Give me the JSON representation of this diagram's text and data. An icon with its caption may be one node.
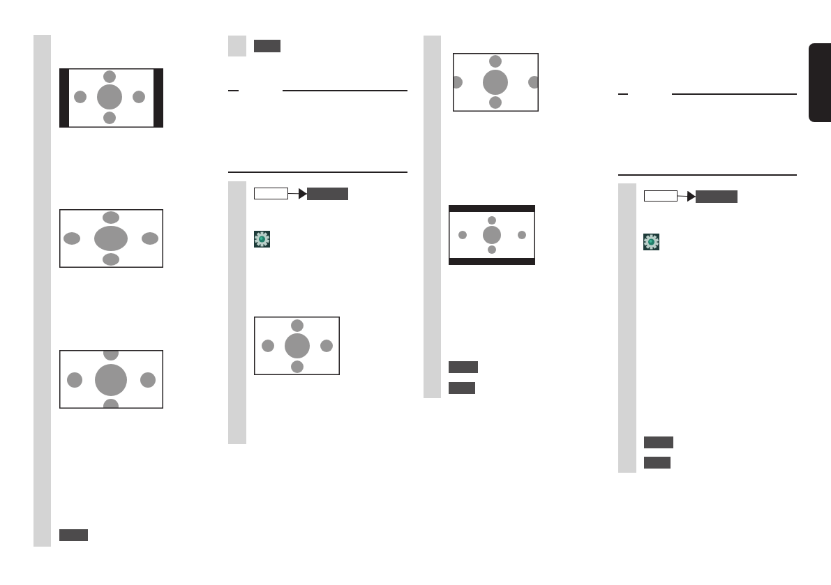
{
  "diagram": {
    "nodes": [
      {
        "text": [],
        "shape": "bar"
      },
      {
        "text": [],
        "shape": "bar"
      },
      {
        "text": [],
        "shape": "bar"
      },
      {
        "text": [],
        "shape": "box"
      },
      {
        "text": [],
        "shape": "box"
      },
      {
        "text": [],
        "shape": "bar"
      },
      {
        "text": [],
        "shape": "box"
      },
      {
        "text": [],
        "shape": "bar"
      },
      {
        "text": [],
        "shape": "box"
      },
      {
        "text": [],
        "shape": "box"
      }
    ],
    "edges": [
      {
        "from": 3,
        "to": 4,
        "arrow": "to"
      },
      {
        "from": 8,
        "to": 9,
        "arrow": "to"
      }
    ]
  }
}
